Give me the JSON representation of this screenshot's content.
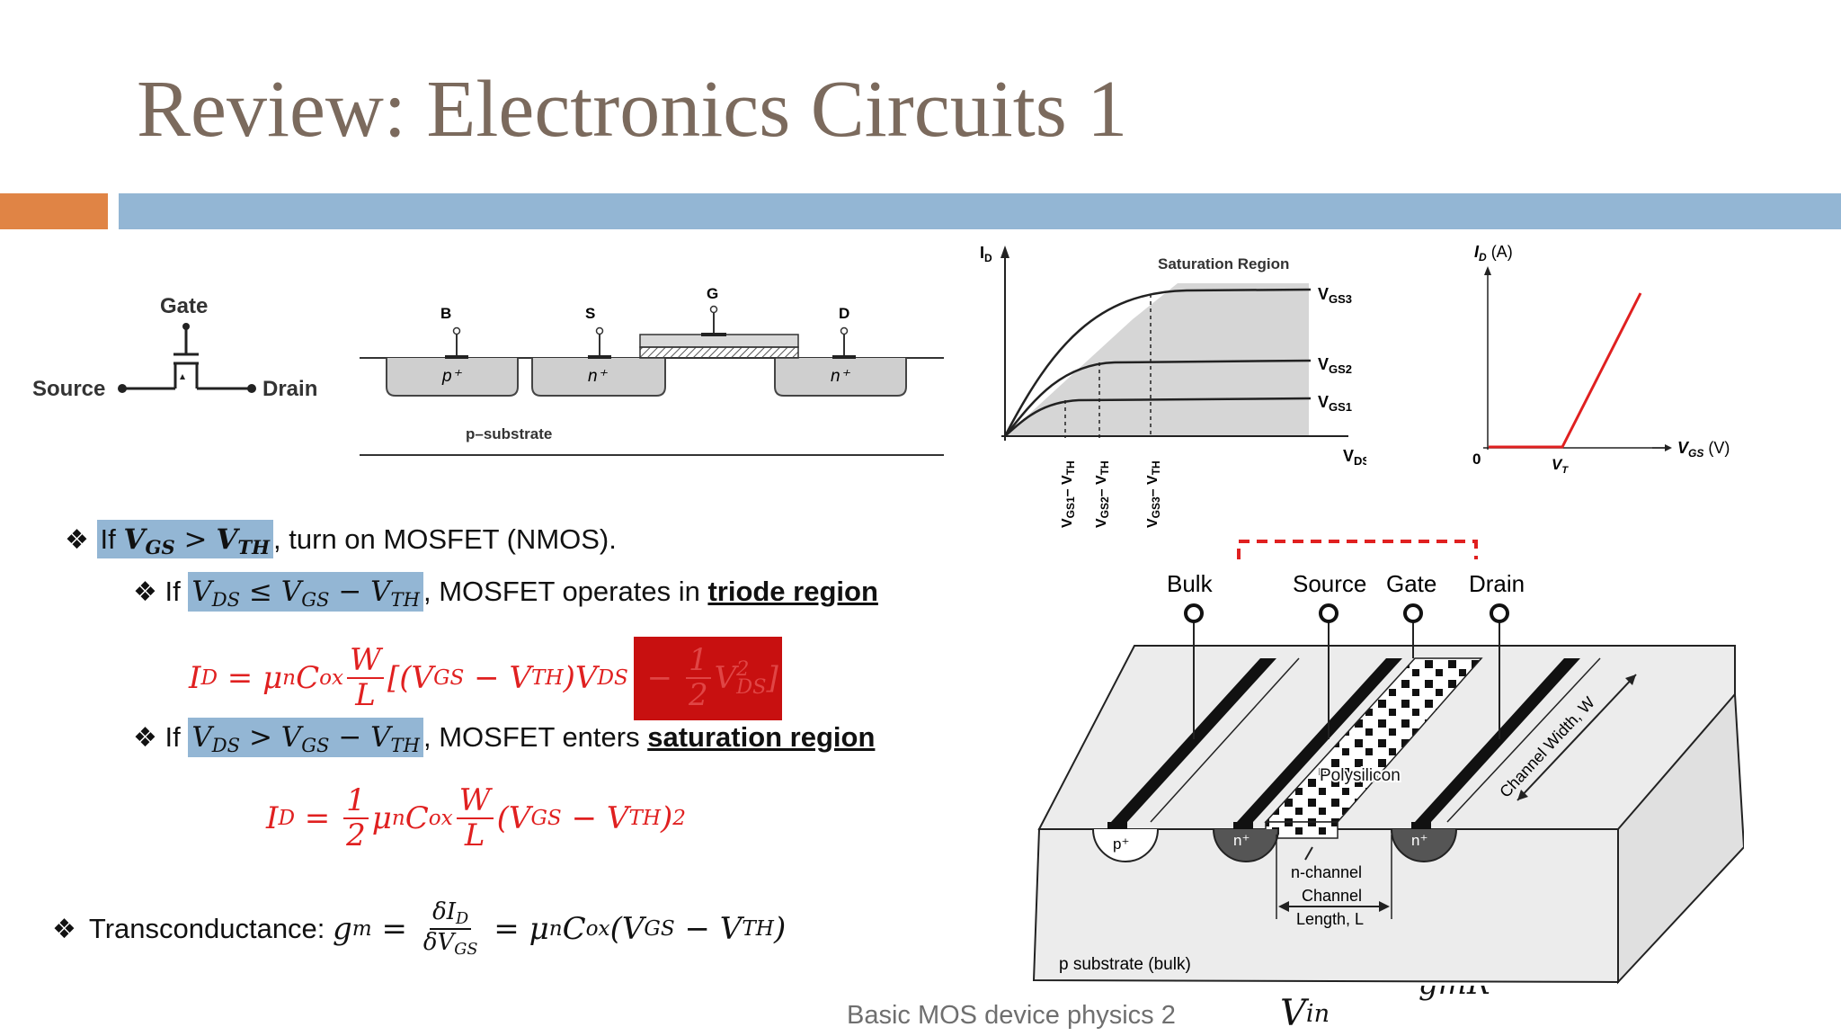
{
  "slide": {
    "title": "Review: Electronics Circuits 1",
    "footer": "Basic MOS device physics 2",
    "colors": {
      "title": "#7b6a5d",
      "accent_orange": "#e08445",
      "accent_blue": "#93b6d4",
      "equation_red": "#e02020",
      "highlight_box": "#c81010"
    }
  },
  "symbol": {
    "gate": "Gate",
    "source": "Source",
    "drain": "Drain"
  },
  "cross_section": {
    "b": "B",
    "s": "S",
    "g": "G",
    "d": "D",
    "p_plus": "p⁺",
    "n_plus_1": "n⁺",
    "n_plus_2": "n⁺",
    "substrate": "p–substrate"
  },
  "iv_curve": {
    "y_label": "I",
    "y_sub": "D",
    "x_label": "V",
    "x_sub": "DS",
    "region": "Saturation Region",
    "curves": [
      {
        "label": "V",
        "sub": "GS3"
      },
      {
        "label": "V",
        "sub": "GS2"
      },
      {
        "label": "V",
        "sub": "GS1"
      }
    ],
    "markers": [
      "V",
      "GS1",
      "– V",
      "TH",
      "V",
      "GS2",
      "– V",
      "TH",
      "V",
      "GS3",
      "– V",
      "TH"
    ]
  },
  "transfer_curve": {
    "y_label": "I",
    "y_sub": "D",
    "y_unit": " (A)",
    "x_label": "V",
    "x_sub": "GS",
    "x_unit": " (V)",
    "origin": "0",
    "vt": "V",
    "vt_sub": "T"
  },
  "bullets": {
    "b1": {
      "if": "If ",
      "V": "V",
      "GS": "GS",
      "gt": " > ",
      "V2": "V",
      "TH": "TH",
      "comma": ",",
      "text": " turn on MOSFET (NMOS)."
    },
    "b2": {
      "if": "If ",
      "V": "V",
      "DS": "DS",
      "le": " ≤ ",
      "V2": "V",
      "GS": "GS",
      "minus": " − ",
      "V3": "V",
      "TH": "TH",
      "text": ", MOSFET operates in ",
      "region": "triode region"
    },
    "b3": {
      "if": "If ",
      "V": "V",
      "DS": "DS",
      "gt": " > ",
      "V2": "V",
      "GS": "GS",
      "minus": " − ",
      "V3": "V",
      "TH": "TH",
      "text": ", MOSFET enters ",
      "region": "saturation region"
    },
    "b4": {
      "label": "Transconductance: "
    }
  },
  "equations": {
    "triode": {
      "lhs": "I",
      "lhs_sub": "D",
      "eq": " = μ",
      "mu_sub": "n",
      "c": "C",
      "c_sub": "ox",
      "num": "W",
      "den": "L",
      "open": "[(V",
      "gs": "GS",
      "m": " − V",
      "th": "TH",
      "close": ")V",
      "ds": "DS",
      "minus": " − ",
      "half_num": "1",
      "half_den": "2",
      "v": "V",
      "ds2": "DS",
      "sq": "2",
      "end": "]"
    },
    "saturation": {
      "lhs": "I",
      "lhs_sub": "D",
      "eq": " = ",
      "half_num": "1",
      "half_den": "2",
      "mu": "μ",
      "mu_sub": "n",
      "c": "C",
      "c_sub": "ox",
      "num": "W",
      "den": "L",
      "open": "(V",
      "gs": "GS",
      "m": " − V",
      "th": "TH",
      "close": ")",
      "sq": "2"
    },
    "gm": {
      "g": "g",
      "g_sub": "m",
      "eq": " = ",
      "num": "δI",
      "num_sub": "D",
      "den": "δV",
      "den_sub": "GS",
      "rhs": " = μ",
      "mu_sub": "n",
      "c": "C",
      "c_sub": "ox",
      "open": "(V",
      "gs": "GS",
      "m": " − V",
      "th": "TH",
      "close": ")"
    }
  },
  "device_3d": {
    "bulk": "Bulk",
    "source": "Source",
    "gate": "Gate",
    "drain": "Drain",
    "poly": "Polysilicon",
    "width": "Channel Width, W",
    "p_plus": "p⁺",
    "n_plus_1": "n⁺",
    "n_plus_2": "n⁺",
    "channel": [
      "n-channel",
      "Channel",
      "Length, L"
    ],
    "substrate": "p substrate (bulk)"
  },
  "stray": {
    "vin": "V",
    "vin_sub": "in",
    "cut": "gmR"
  },
  "icons": [
    "four-diamond-bullet-icon"
  ]
}
